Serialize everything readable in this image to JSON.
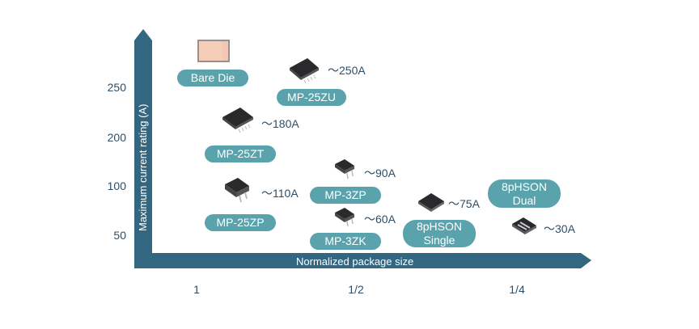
{
  "axes": {
    "y_label": "Maximum current rating (A)",
    "x_label": "Normalized package size",
    "y_ticks": [
      "250",
      "200",
      "100",
      "50"
    ],
    "x_ticks": [
      "1",
      "1/2",
      "1/4"
    ],
    "axis_color": "#336680"
  },
  "pill_color": "#5aa3ad",
  "packages": [
    {
      "name": "Bare Die",
      "rating": ""
    },
    {
      "name": "MP-25ZU",
      "rating": "～250A"
    },
    {
      "name": "MP-25ZT",
      "rating": "～180A"
    },
    {
      "name": "MP-25ZP",
      "rating": "～110A"
    },
    {
      "name": "MP-3ZP",
      "rating": "～90A"
    },
    {
      "name": "MP-3ZK",
      "rating": "～60A"
    },
    {
      "name_line1": "8pHSON",
      "name_line2": "Single",
      "rating": "～75A"
    },
    {
      "name_line1": "8pHSON",
      "name_line2": "Dual",
      "rating": "～30A"
    }
  ]
}
